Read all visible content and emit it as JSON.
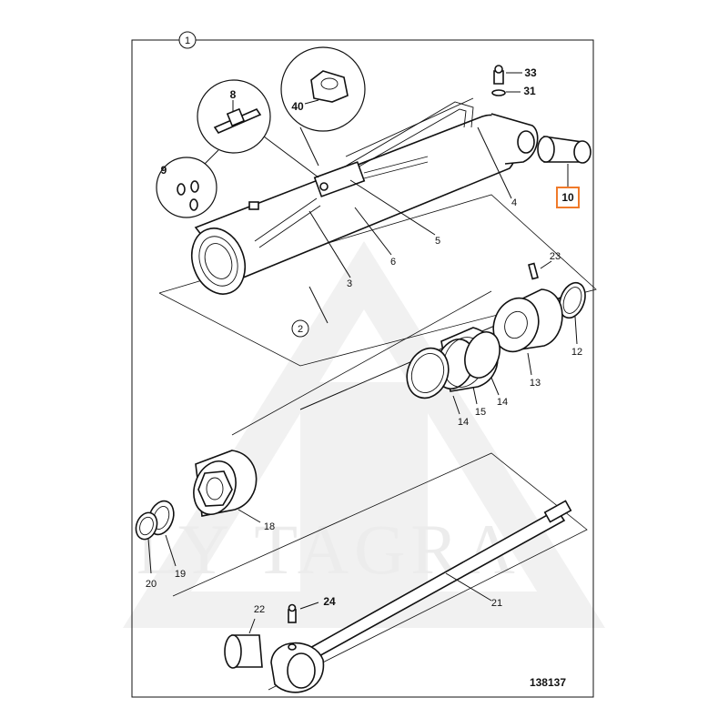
{
  "diagram": {
    "reference_number": "138137",
    "watermark": "LY TAGRA",
    "highlight_color": "#f07a2a",
    "callouts": {
      "c1": "1",
      "c2": "2",
      "c3": "3",
      "c4": "4",
      "c5": "5",
      "c6": "6",
      "c8": "8",
      "c9": "9",
      "c10": "10",
      "c12": "12",
      "c13": "13",
      "c14a": "14",
      "c14b": "14",
      "c15": "15",
      "c18": "18",
      "c19": "19",
      "c20": "20",
      "c21": "21",
      "c22": "22",
      "c23": "23",
      "c24": "24",
      "c31": "31",
      "c33": "33",
      "c40": "40"
    }
  }
}
